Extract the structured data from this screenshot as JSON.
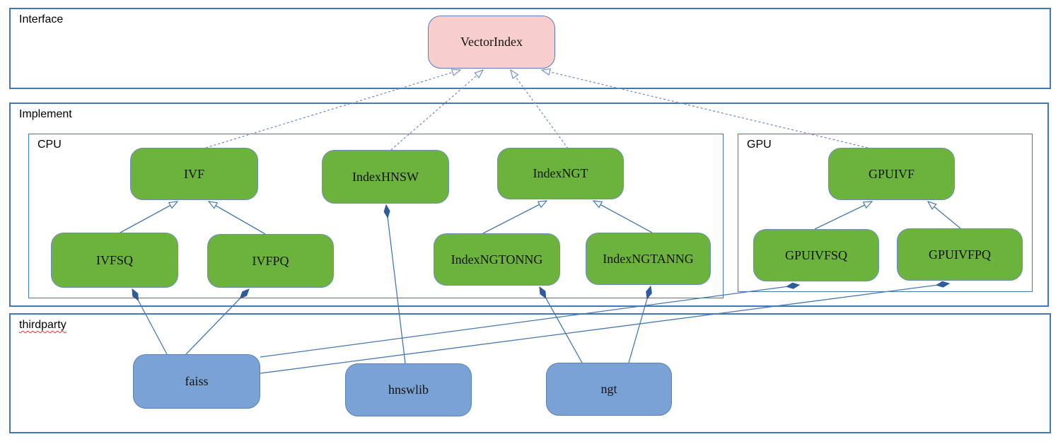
{
  "sections": {
    "interface": {
      "label": "Interface"
    },
    "implement": {
      "label": "Implement"
    },
    "cpu": {
      "label": "CPU"
    },
    "gpu": {
      "label": "GPU"
    },
    "thirdparty": {
      "label": "thirdparty"
    }
  },
  "nodes": {
    "vectorindex": {
      "label": "VectorIndex",
      "group": "interface"
    },
    "ivf": {
      "label": "IVF",
      "group": "cpu"
    },
    "indexhnsw": {
      "label": "IndexHNSW",
      "group": "cpu"
    },
    "indexngt": {
      "label": "IndexNGT",
      "group": "cpu"
    },
    "ivfsq": {
      "label": "IVFSQ",
      "group": "cpu"
    },
    "ivfpq": {
      "label": "IVFPQ",
      "group": "cpu"
    },
    "indexngtonng": {
      "label": "IndexNGTONNG",
      "group": "cpu"
    },
    "indexngtanng": {
      "label": "IndexNGTANNG",
      "group": "cpu"
    },
    "gpuivf": {
      "label": "GPUIVF",
      "group": "gpu"
    },
    "gpuivfsq": {
      "label": "GPUIVFSQ",
      "group": "gpu"
    },
    "gpuivfpq": {
      "label": "GPUIVFPQ",
      "group": "gpu"
    },
    "faiss": {
      "label": "faiss",
      "group": "thirdparty"
    },
    "hnswlib": {
      "label": "hnswlib",
      "group": "thirdparty"
    },
    "ngt": {
      "label": "ngt",
      "group": "thirdparty"
    }
  },
  "edges": {
    "realization": [
      {
        "from": "IVF",
        "to": "VectorIndex"
      },
      {
        "from": "IndexHNSW",
        "to": "VectorIndex"
      },
      {
        "from": "IndexNGT",
        "to": "VectorIndex"
      },
      {
        "from": "GPUIVF",
        "to": "VectorIndex"
      }
    ],
    "inheritance": [
      {
        "from": "IVFSQ",
        "to": "IVF"
      },
      {
        "from": "IVFPQ",
        "to": "IVF"
      },
      {
        "from": "IndexNGTONNG",
        "to": "IndexNGT"
      },
      {
        "from": "IndexNGTANNG",
        "to": "IndexNGT"
      },
      {
        "from": "GPUIVFSQ",
        "to": "GPUIVF"
      },
      {
        "from": "GPUIVFPQ",
        "to": "GPUIVF"
      }
    ],
    "composition": [
      {
        "from": "faiss",
        "to": "IVFSQ"
      },
      {
        "from": "faiss",
        "to": "IVFPQ"
      },
      {
        "from": "hnswlib",
        "to": "IndexHNSW"
      },
      {
        "from": "ngt",
        "to": "IndexNGTONNG"
      },
      {
        "from": "ngt",
        "to": "IndexNGTANNG"
      },
      {
        "from": "faiss",
        "to": "GPUIVFSQ"
      },
      {
        "from": "faiss",
        "to": "GPUIVFPQ"
      }
    ]
  },
  "colors": {
    "interface_node_fill": "#f8cecc",
    "interface_node_border": "#5b7cc0",
    "implement_node_fill": "#6cb33e",
    "implement_node_border": "#6c8ebf",
    "thirdparty_node_fill": "#7aa2d4",
    "thirdparty_node_border": "#5a82b4",
    "section_border": "#4377b6",
    "solid_edge": "#4579b3",
    "dashed_edge": "#7490cc",
    "diamond_fill": "#2f5b9d",
    "spellcheck_underline": "#e03c31"
  }
}
